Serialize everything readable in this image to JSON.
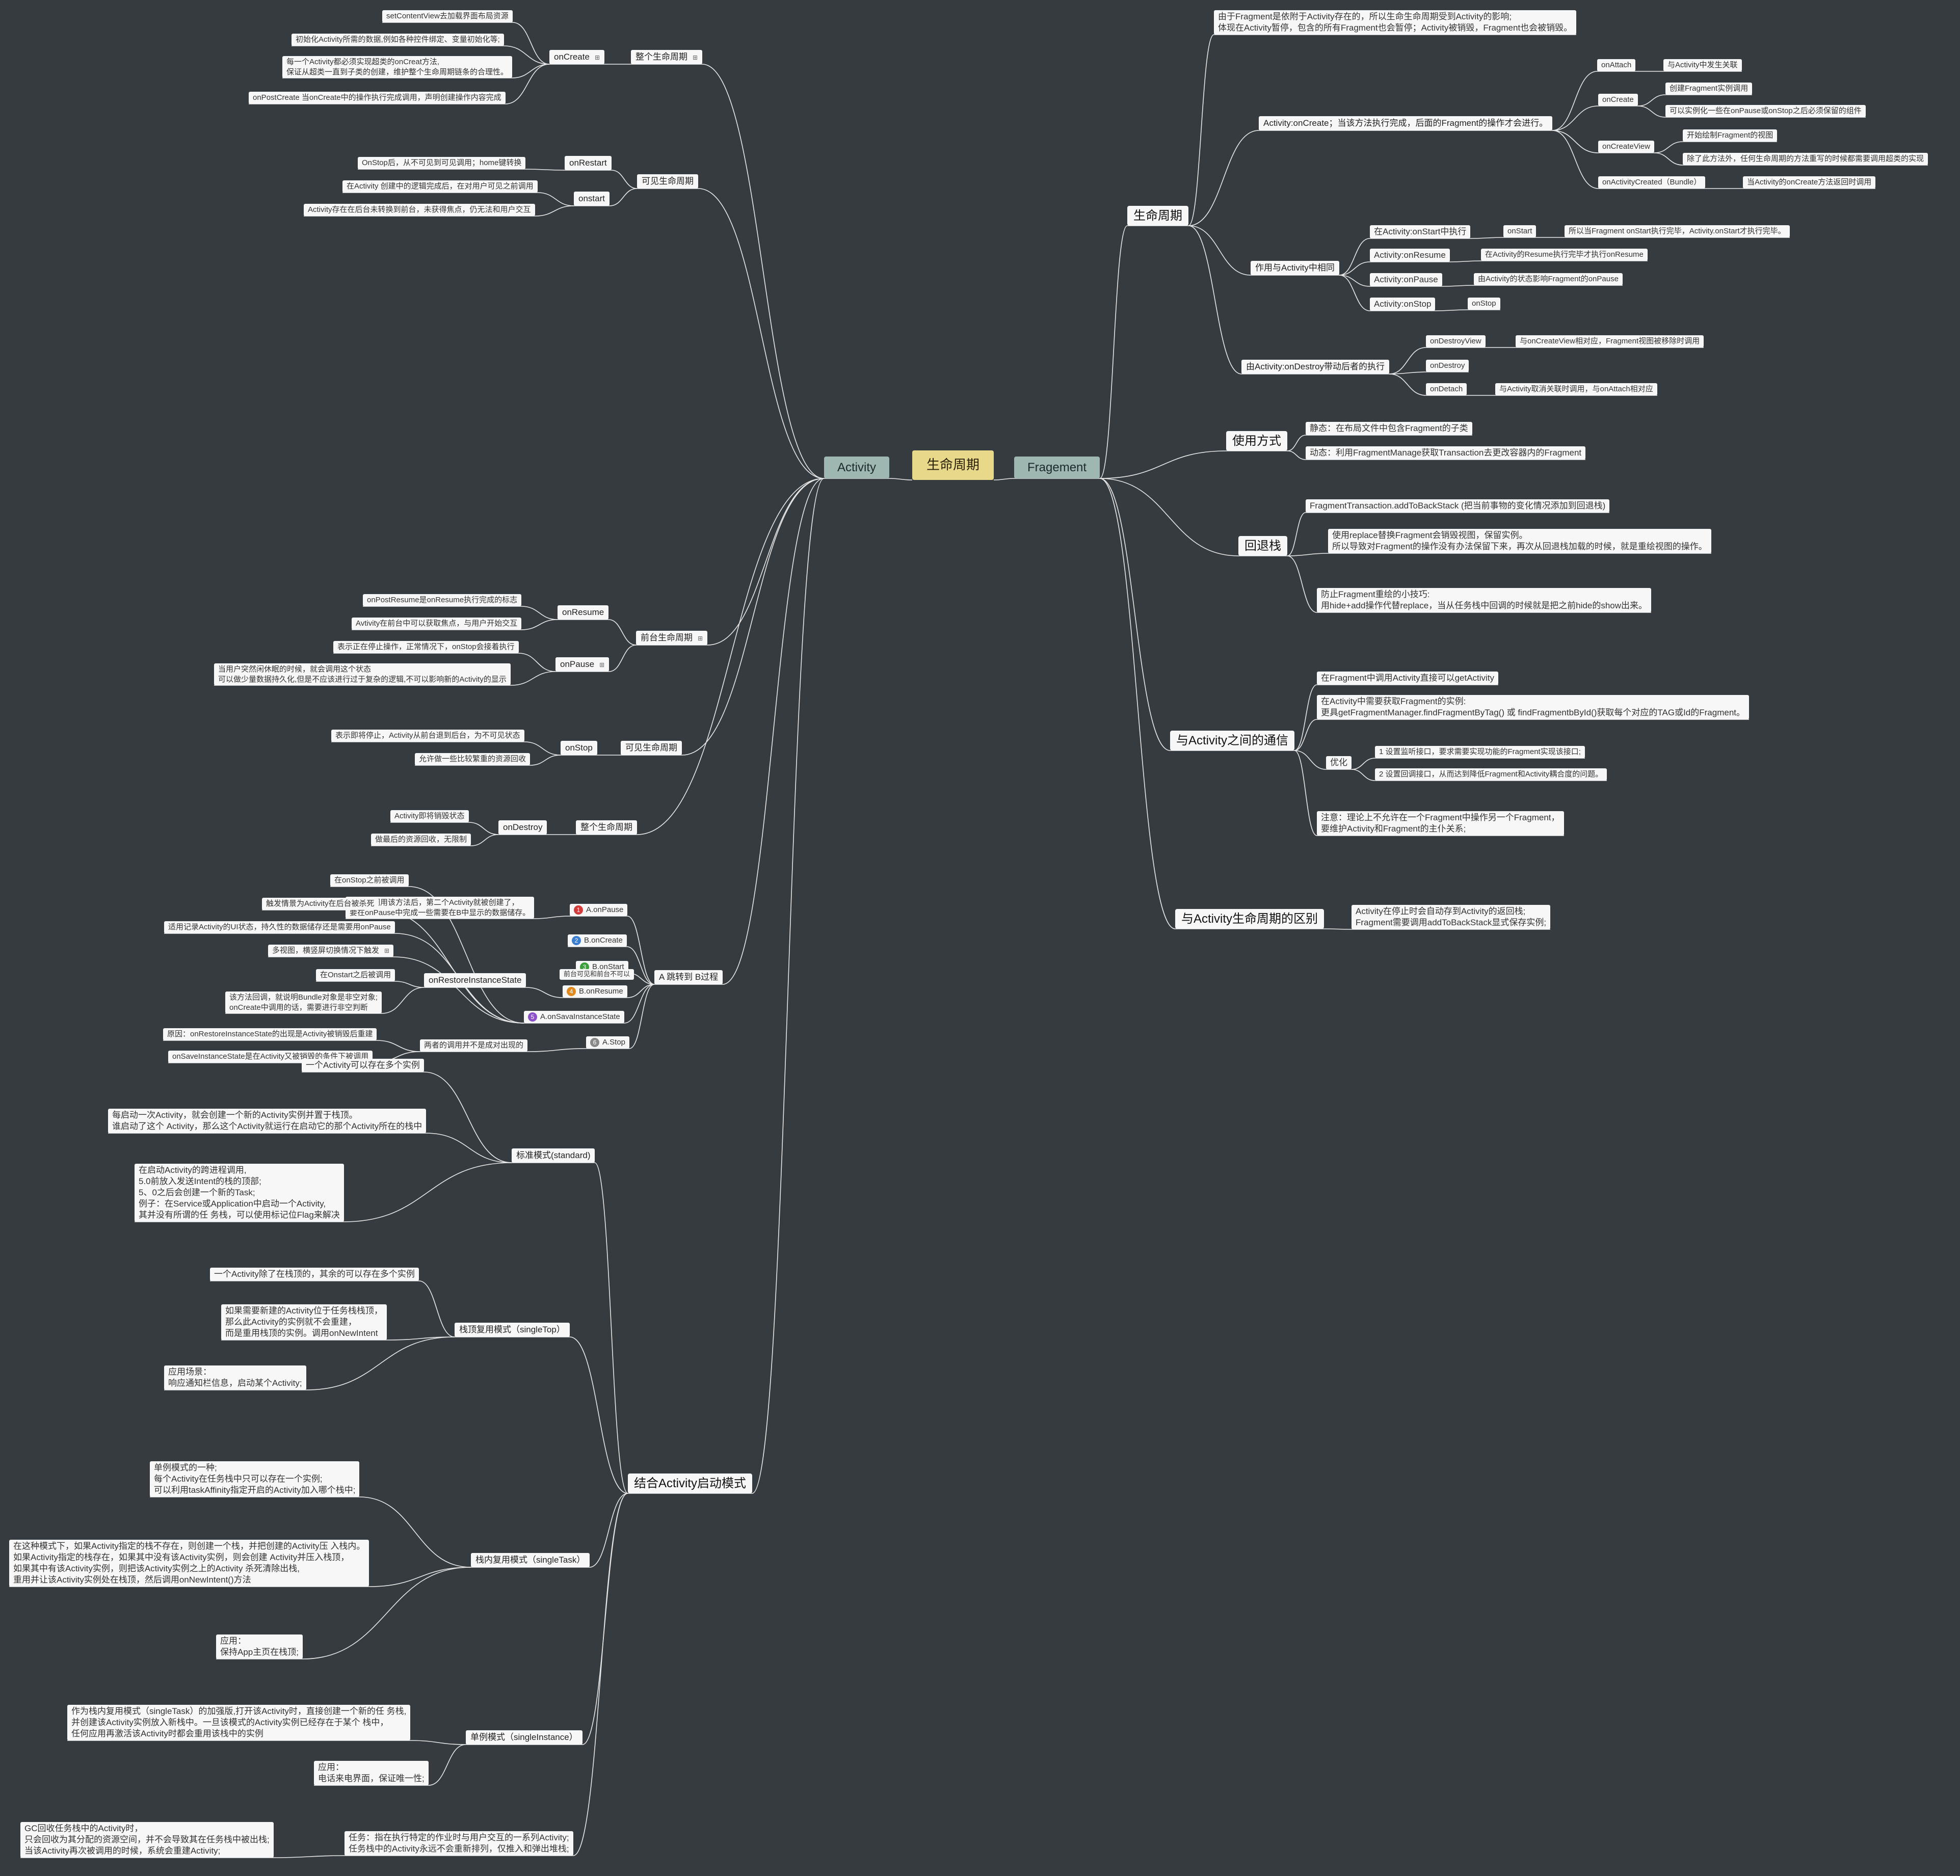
{
  "center": "生命周期",
  "left_root": "Activity",
  "right_root": "Fragement",
  "activity": {
    "whole1": {
      "label": "整个生命周期",
      "oncreate": "onCreate",
      "leaves": [
        "setContentView去加载界面布局资源",
        "初始化Activity所需的数据,例如各种控件绑定、变量初始化等;",
        "每一个Activity都必须实现超类的onCreat方法,\n保证从超类一直到子类的创建，维护整个生命周期链条的合理性。",
        "onPostCreate 当onCreate中的操作执行完成调用，声明创建操作内容完成"
      ]
    },
    "visible1": {
      "label": "可见生命周期",
      "onrestart": "onRestart",
      "onrestart_leaf": "OnStop后，从不可见到可见调用；home键转换",
      "onstart": "onstart",
      "onstart_leaves": [
        "在Activity 创建中的逻辑完成后，在对用户可见之前调用",
        "Activity存在在后台未转换到前台，未获得焦点，仍无法和用户交互"
      ]
    },
    "foreground": {
      "label": "前台生命周期",
      "onresume": "onResume",
      "onresume_leaves": [
        "onPostResume是onResume执行完成的标志",
        "Avtivity在前台中可以获取焦点，与用户开始交互"
      ],
      "onpause": "onPause",
      "onpause_leaves": [
        "表示正在停止操作，正常情况下，onStop会接着执行",
        "当用户突然闲休眠的时候，就会调用这个状态\n可以做少量数据持久化,但是不应该进行过于复杂的逻辑,不可以影响新的Activity的显示"
      ]
    },
    "visible2": {
      "label": "可见生命周期",
      "onstop": "onStop",
      "leaves": [
        "表示即将停止，Activity从前台退到后台，为不可见状态",
        "允许做一些比较繁重的资源回收"
      ]
    },
    "whole2": {
      "label": "整个生命周期",
      "ondestroy": "onDestroy",
      "leaves": [
        "Activity即将销毁状态",
        "做最后的资源回收，无限制"
      ]
    },
    "jump": {
      "label": "A 跳转到 B过程",
      "steps": [
        {
          "num": "1",
          "color": "#d33b3b",
          "text": "A.onPause"
        },
        {
          "num": "2",
          "color": "#3b7fd3",
          "text": "B.onCreate"
        },
        {
          "num": "3",
          "color": "#3ba03b",
          "text": "B.onStart"
        },
        {
          "num": "4",
          "color": "#e08a1e",
          "text": "B.onResume"
        },
        {
          "num": "5",
          "color": "#8a4fc9",
          "text": "A.onSavaInstanceState"
        },
        {
          "num": "6",
          "color": "#888888",
          "text": "A.Stop"
        }
      ],
      "pause_note": "由于在调用该方法后，第二个Activity就被创建了，\n要在onPause中完成一些需要在B中显示的数据储存。",
      "pause_sub": [
        "在onStop之前被调用",
        "触发情景为Activity在后台被杀死",
        "适用记录Activity的UI状态，持久性的数据储存还是需要用onPause"
      ],
      "pause_sub2": "多视图，横竖屏切换情况下触发",
      "restore": "onRestoreInstanceState",
      "restore_leaves": [
        "在Onstart之后被调用",
        "该方法回调，就说明Bundle对象是非空对象;\nonCreate中调用的话，需要进行非空判断"
      ],
      "pair": "两者的调用并不是成对出现的",
      "pair_leaves": [
        "原因：onRestoreInstanceState的出现是Activity被销毁后重建",
        "onSaveInstanceState是在Activity又被销毁的条件下被调用"
      ],
      "multi_hint": "前台可见和前台不可以"
    }
  },
  "launch": {
    "label": "结合Activity启动模式",
    "standard": {
      "label": "标准模式(standard)",
      "leaves": [
        "一个Activity可以存在多个实例",
        "每启动一次Activity，就会创建一个新的Activity实例并置于栈顶。\n谁启动了这个 Activity，那么这个Activity就运行在启动它的那个Activity所在的栈中",
        "在启动Activity的跨进程调用,\n5.0前放入发送Intent的栈的顶部;\n5、0之后会创建一个新的Task;\n例子：在Service或Application中启动一个Activity,\n其并没有所谓的任 务栈，可以使用标记位Flag来解决"
      ]
    },
    "singletop": {
      "label": "栈顶复用模式（singleTop）",
      "leaves": [
        "一个Activity除了在栈顶的，其余的可以存在多个实例",
        "如果需要新建的Activity位于任务栈栈顶，\n那么此Activity的实例就不会重建，\n而是重用栈顶的实例。调用onNewIntent",
        "应用场景：\n响应通知栏信息，启动某个Activity;"
      ]
    },
    "singletask": {
      "label": "栈内复用模式（singleTask）",
      "leaves": [
        "单例模式的一种;\n每个Activity在任务栈中只可以存在一个实例;\n可以利用taskAffinity指定开启的Activity加入哪个栈中;",
        "在这种模式下，如果Activity指定的栈不存在，则创建一个栈，并把创建的Activity压 入栈内。\n如果Activity指定的栈存在，如果其中没有该Activity实例，则会创建 Activity并压入栈顶，\n如果其中有该Activity实例，则把该Activity实例之上的Activity 杀死清除出栈,\n重用并让该Activity实例处在栈顶，然后调用onNewIntent()方法",
        "应用：\n保持App主页在栈顶;"
      ]
    },
    "singleinstance": {
      "label": "单例模式（singleInstance）",
      "leaves": [
        "作为栈内复用模式（singleTask）的加强版,打开该Activity时，直接创建一个新的任 务栈,\n并创建该Activity实例放入新栈中。一旦该模式的Activity实例已经存在于某个 栈中，\n任何应用再激活该Activity时都会重用该栈中的实例",
        "应用：\n电话来电界面，保证唯一性;"
      ]
    },
    "task": {
      "label": "任务：指在执行特定的作业时与用户交互的一系列Activity;\n任务栈中的Activity永远不会重新排列，仅推入和弹出堆栈;",
      "leaf": "GC回收任务栈中的Activity时，\n只会回收为其分配的资源空间，并不会导致其在任务栈中被出栈;\n当该Activity再次被调用的时候，系统会重建Activity;"
    }
  },
  "fragment": {
    "lifecycle": {
      "label": "生命周期",
      "intro": "由于Fragment是依附于Activity存在的，所以生命生命周期受到Activity的影响;\n体现在Activity暂停，包含的所有Fragment也会暂停；Activity被销毁，Fragment也会被销毁。",
      "oncreate_branch": "Activity:onCreate；当该方法执行完成，后面的Fragment的操作才会进行。",
      "onattach": "onAttach",
      "onattach_leaf": "与Activity中发生关联",
      "oncreate": "onCreate",
      "oncreate_leaves": [
        "创建Fragment实例调用",
        "可以实例化一些在onPause或onStop之后必须保留的组件"
      ],
      "oncreateview": "onCreateView",
      "oncreateview_leaves": [
        "开始绘制Fragment的视图",
        "除了此方法外，任何生命周期的方法重写的时候都需要调用超类的实现"
      ],
      "onactivitycreated": "onActivityCreated（Bundle）",
      "onactivitycreated_leaf": "当Activity的onCreate方法返回时调用",
      "same": "作用与Activity中相同",
      "same_items": [
        {
          "a": "在Activity:onStart中执行",
          "b": "onStart",
          "c": "所以当Fragment onStart执行完毕，Activity.onStart才执行完毕。"
        },
        {
          "a": "Activity:onResume",
          "b": "在Activity的Resume执行完毕才执行onResume"
        },
        {
          "a": "Activity:onPause",
          "b": "由Activity的状态影响Fragment的onPause"
        },
        {
          "a": "Activity:onStop",
          "b": "onStop"
        }
      ],
      "destroy": "由Activity:onDestroy带动后者的执行",
      "destroy_items": [
        {
          "a": "onDestroyView",
          "b": "与onCreateView相对应，Fragment视图被移除时调用"
        },
        {
          "a": "onDestroy"
        },
        {
          "a": "onDetach",
          "b": "与Activity取消关联时调用，与onAttach相对应"
        }
      ]
    },
    "usage": {
      "label": "使用方式",
      "leaves": [
        "静态：在布局文件中包含Fragment的子类",
        "动态：利用FragmentManage获取Transaction去更改容器内的Fragment"
      ]
    },
    "backstack": {
      "label": "回退栈",
      "leaves": [
        "FragmentTransaction.addToBackStack (把当前事物的变化情况添加到回退栈)",
        "使用replace替换Fragment会销毁视图，保留实例。\n所以导致对Fragment的操作没有办法保留下来，再次从回退栈加载的时候，就是重绘视图的操作。",
        "防止Fragment重绘的小技巧:\n用hide+add操作代替replace，当从任务栈中回调的时候就是把之前hide的show出来。"
      ]
    },
    "comm": {
      "label": "与Activity之间的通信",
      "leaves": [
        "在Fragment中调用Activity直接可以getActivity",
        "在Activity中需要获取Fragment的实例:\n更具getFragmentManager.findFragmentByTag() 或 findFragmentbById()获取每个对应的TAG或Id的Fragment。"
      ],
      "opt": "优化",
      "opt_leaves": [
        "1 设置监听接口，要求需要实现功能的Fragment实现该接口;",
        "2 设置回调接口，从而达到降低Fragment和Activity耦合度的问题。"
      ],
      "note": "注意：理论上不允许在一个Fragment中操作另一个Fragment，\n要维护Activity和Fragment的主仆关系;"
    },
    "diff": {
      "label": "与Activity生命周期的区别",
      "leaf": "Activity在停止时会自动存到Activity的返回栈;\nFragment需要调用addToBackStack显式保存实例;"
    }
  },
  "colors": {
    "background": "#363b3f",
    "line": "#e6e6e6",
    "node": "#f7f7f7",
    "center": "#e8d98a",
    "root": "#9fb7b1"
  }
}
